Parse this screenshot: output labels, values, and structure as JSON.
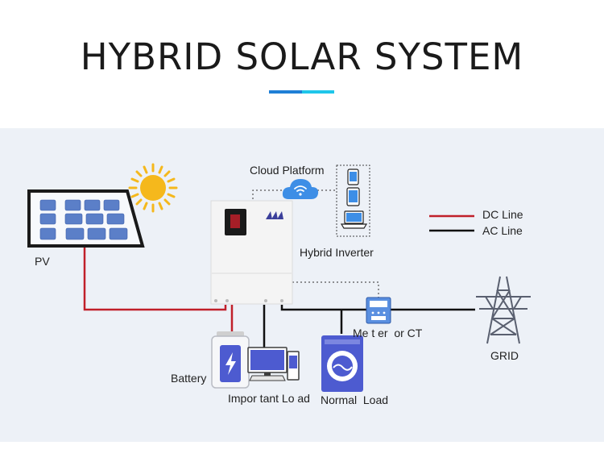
{
  "title": "HYBRID SOLAR SYSTEM",
  "colors": {
    "title_accent_left": "#1f7fd6",
    "title_accent_right": "#1fc6ea",
    "panel_background": "#edf1f7",
    "dc_line": "#c0202a",
    "ac_line": "#111111",
    "device_blue": "#4d5bd0",
    "sun": "#f5b81c"
  },
  "labels": {
    "cloud_platform": "Cloud Platform",
    "hybrid_inverter": "Hybrid Inverter",
    "pv": "PV",
    "battery": "Battery",
    "important_load": "Impor tant Lo ad",
    "normal_load": "Normal  Load",
    "meter": "Me t er  or CT",
    "grid": "GRID"
  },
  "legend": [
    {
      "label": "DC Line",
      "color": "#c0202a"
    },
    {
      "label": "AC Line",
      "color": "#111111"
    }
  ],
  "icons": [
    "solar-panel-icon",
    "sun-icon",
    "cloud-wifi-icon",
    "phone-icon",
    "tablet-icon",
    "laptop-icon",
    "hybrid-inverter-icon",
    "battery-icon",
    "computer-icon",
    "washing-machine-icon",
    "meter-icon",
    "transmission-tower-icon"
  ]
}
